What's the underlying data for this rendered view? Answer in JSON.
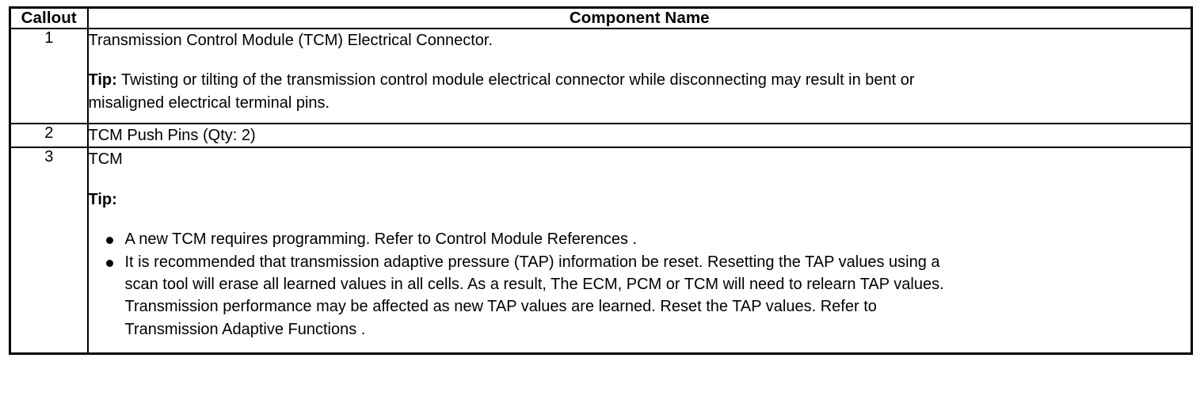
{
  "table": {
    "headers": {
      "callout": "Callout",
      "component_name": "Component Name"
    },
    "rows": [
      {
        "callout": "1",
        "title": "Transmission Control Module (TCM) Electrical Connector.",
        "tip_label": "Tip:",
        "tip_lines": [
          " Twisting or tilting of the transmission control module electrical connector while disconnecting may result in bent or",
          "misaligned electrical terminal pins."
        ]
      },
      {
        "callout": "2",
        "title": "TCM Push Pins (Qty: 2)"
      },
      {
        "callout": "3",
        "title": "TCM",
        "tip_label": "Tip:",
        "bullets": [
          {
            "lines": [
              "A new TCM requires programming. Refer to Control Module References ."
            ]
          },
          {
            "lines": [
              "It is recommended that transmission adaptive pressure (TAP) information be reset. Resetting the TAP values using a",
              "scan tool will erase all learned values in all cells. As a result, The ECM, PCM or TCM will need to relearn TAP values.",
              "Transmission performance may be affected as new TAP values are learned. Reset the TAP values. Refer to",
              "Transmission Adaptive Functions ."
            ]
          }
        ]
      }
    ]
  },
  "colors": {
    "border": "#000000",
    "text": "#000000",
    "background": "#ffffff"
  }
}
